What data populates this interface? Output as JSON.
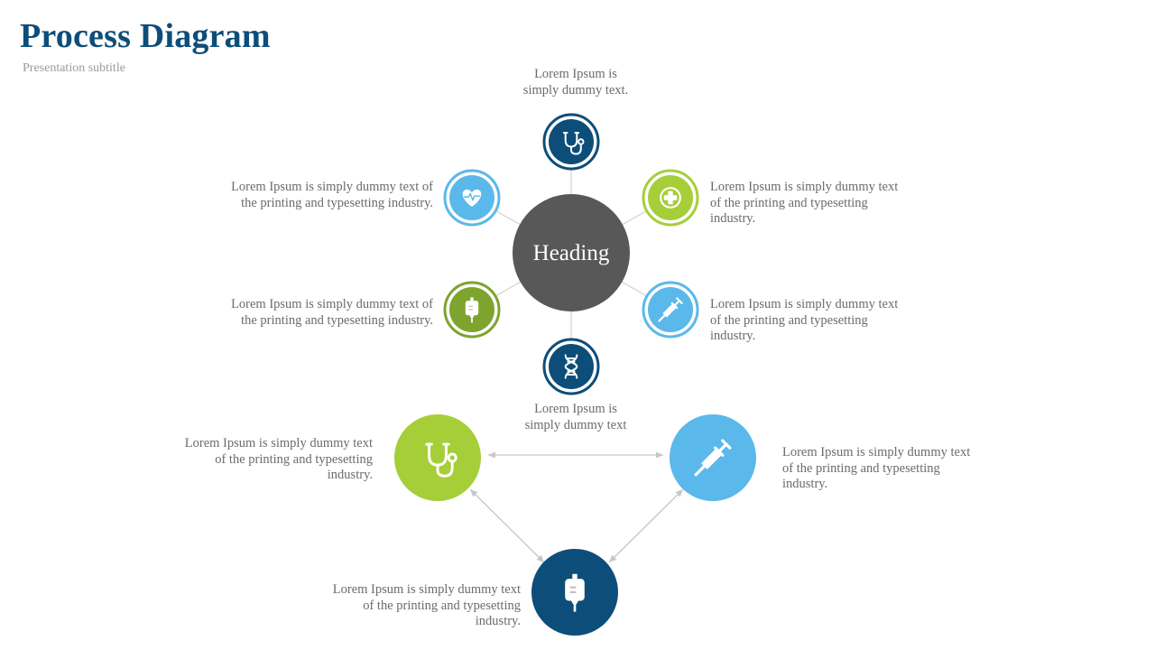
{
  "header": {
    "title": "Process Diagram",
    "subtitle": "Presentation subtitle"
  },
  "colors": {
    "navy": "#0d4d79",
    "sky": "#5bb8ea",
    "green": "#a6ce39",
    "green_dark": "#7ea32e",
    "hub": "#585858",
    "connector": "#c7c7c7",
    "text": "#6b6b6b"
  },
  "hub": {
    "label": "Heading"
  },
  "satellites": [
    {
      "id": "top",
      "icon": "stethoscope-icon",
      "color": "navy",
      "text": [
        "Lorem Ipsum is",
        "simply dummy text."
      ]
    },
    {
      "id": "upper-right",
      "icon": "medical-cross-icon",
      "color": "green",
      "text": [
        "Lorem Ipsum is simply dummy text",
        "of the printing and typesetting",
        "industry."
      ]
    },
    {
      "id": "lower-right",
      "icon": "syringe-icon",
      "color": "sky",
      "text": [
        "Lorem Ipsum is simply dummy text",
        "of the printing and typesetting",
        "industry."
      ]
    },
    {
      "id": "bottom",
      "icon": "dna-icon",
      "color": "navy",
      "text": [
        "Lorem Ipsum is",
        "simply dummy text"
      ]
    },
    {
      "id": "lower-left",
      "icon": "iv-bag-icon",
      "color": "green_dark",
      "text": [
        "Lorem Ipsum is simply dummy text of",
        "the printing and typesetting industry."
      ]
    },
    {
      "id": "upper-left",
      "icon": "heart-rate-icon",
      "color": "sky",
      "text": [
        "Lorem Ipsum is simply dummy text of",
        "the printing and typesetting industry."
      ]
    }
  ],
  "cycle": [
    {
      "id": "cycle-left",
      "icon": "stethoscope-icon",
      "color": "green",
      "text": [
        "Lorem Ipsum is simply dummy text",
        "of the printing and typesetting",
        "industry."
      ]
    },
    {
      "id": "cycle-right",
      "icon": "syringe-icon",
      "color": "sky",
      "text": [
        "Lorem Ipsum is simply dummy text",
        "of the printing and typesetting",
        "industry."
      ]
    },
    {
      "id": "cycle-bottom",
      "icon": "iv-bag-icon",
      "color": "navy",
      "text": [
        "Lorem Ipsum is simply dummy text",
        "of the printing and typesetting",
        "industry."
      ]
    }
  ]
}
